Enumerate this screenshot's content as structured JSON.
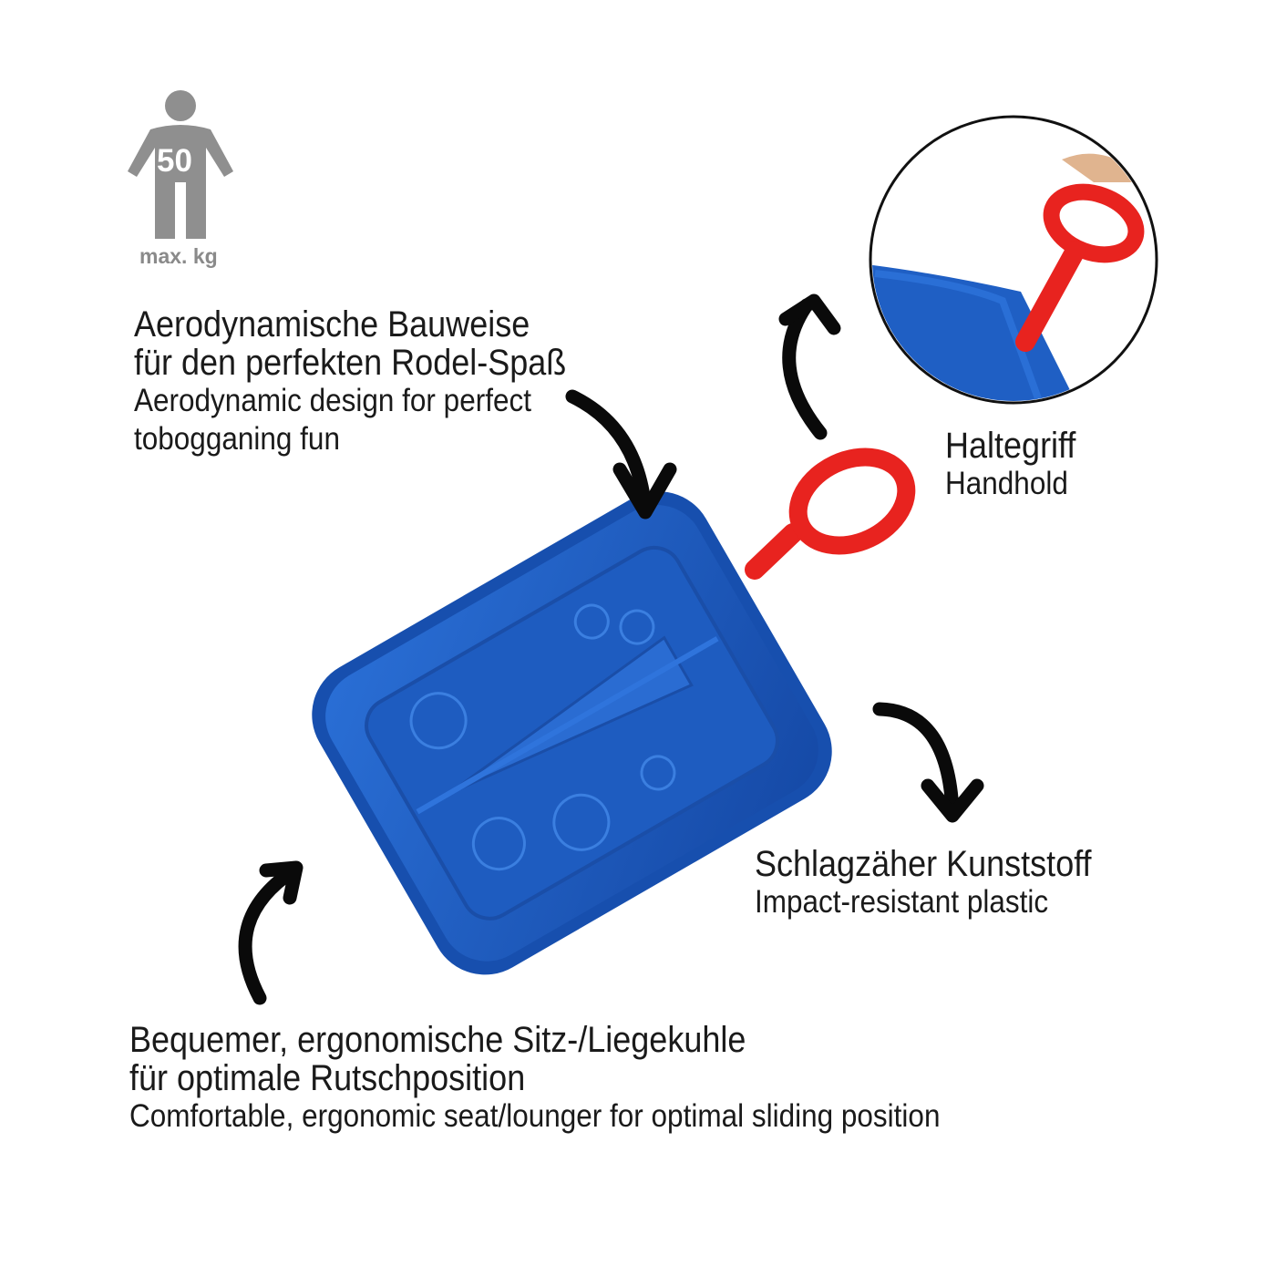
{
  "weight_badge": {
    "value": "50",
    "unit_label": "max. kg",
    "icon": "person-weight-icon",
    "color": "#8f8f8f"
  },
  "callouts": {
    "aerodynamic": {
      "de_line1": "Aerodynamische Bauweise",
      "de_line2": "für den perfekten Rodel-Spaß",
      "en_line1": "Aerodynamic design for perfect",
      "en_line2": "tobogganing fun"
    },
    "handhold": {
      "de": "Haltegriff",
      "en": "Handhold"
    },
    "plastic": {
      "de": "Schlagzäher Kunststoff",
      "en": "Impact-resistant plastic"
    },
    "seat": {
      "de_line1": "Bequemer, ergonomische Sitz-/Liegekuhle",
      "de_line2": "für optimale Rutschposition",
      "en": "Comfortable, ergonomic seat/lounger for optimal sliding position"
    }
  },
  "colors": {
    "sled_blue": "#1f5fc4",
    "sled_blue_dark": "#15479b",
    "handle_red": "#e8231f",
    "arrow_black": "#0a0a0a"
  }
}
